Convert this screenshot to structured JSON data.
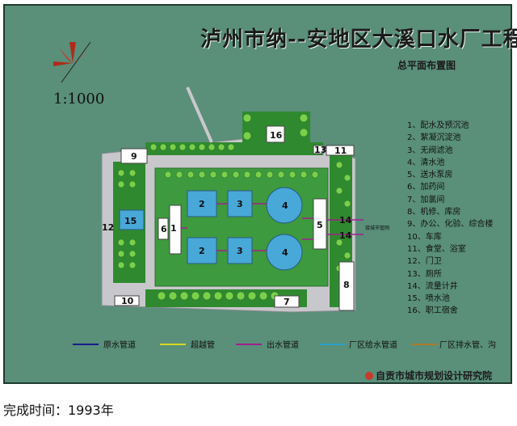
{
  "title": "泸州市纳--安地区大溪口水厂工程",
  "subtitle": "总平面布置图",
  "scale": "1:1000",
  "legend": [
    "1、配水及预沉池",
    "2、絮凝沉淀池",
    "3、无阀滤池",
    "4、清水池",
    "5、送水泵房",
    "6、加药间",
    "7、加氯间",
    "8、机修、库房",
    "9、办公、化验、综合楼",
    "10、车库",
    "11、食堂、浴室",
    "12、门卫",
    "13、厕所",
    "14、流量计井",
    "15、喷水池",
    "16、职工宿舍"
  ],
  "pipes": [
    {
      "label": "原水管道",
      "color": "#1a1a8c"
    },
    {
      "label": "超越管",
      "color": "#d8d820"
    },
    {
      "label": "出水管道",
      "color": "#a0208c"
    },
    {
      "label": "厂区给水管道",
      "color": "#2aa0c8"
    },
    {
      "label": "厂区排水管、沟",
      "color": "#b07a2a"
    }
  ],
  "map_labels": {
    "n1": "1",
    "n2a": "2",
    "n2b": "2",
    "n3a": "3",
    "n3b": "3",
    "n4a": "4",
    "n4b": "4",
    "n5": "5",
    "n6": "6",
    "n7": "7",
    "n8": "8",
    "n9": "9",
    "n10": "10",
    "n11": "11",
    "n12": "12",
    "n13": "13",
    "n14a": "14",
    "n14b": "14",
    "n15": "15",
    "n16": "16",
    "outlet": "接城市管网"
  },
  "institute": "自贡市城市规划设计研究院",
  "footer": "完成时间：1993年",
  "colors": {
    "background": "#5a8f7a",
    "lawn": "#3e9a3e",
    "road": "#c8c8cc",
    "water": "#48a8d8"
  }
}
